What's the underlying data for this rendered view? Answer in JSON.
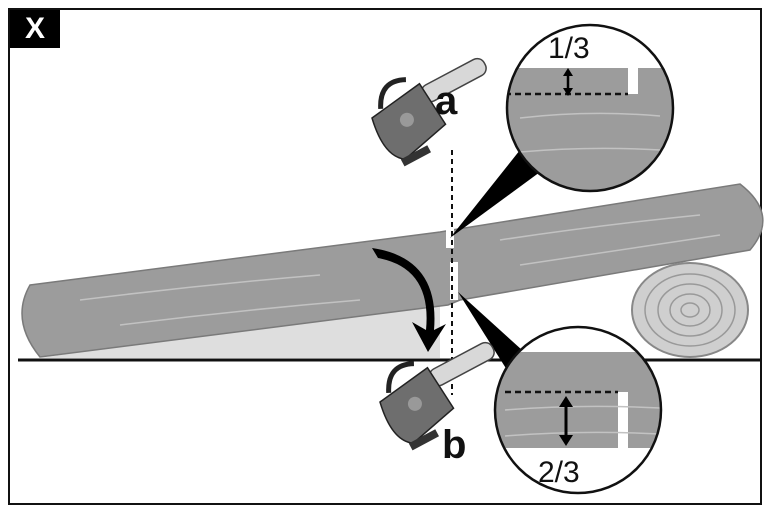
{
  "badge": "X",
  "labels": {
    "cut_a": "a",
    "cut_b": "b",
    "top_fraction": "1/3",
    "bottom_fraction": "2/3"
  },
  "colors": {
    "log": "#9c9c9c",
    "log_dark": "#8a8a8a",
    "log_end": "#c8c8c8",
    "outline": "#111111",
    "chainsaw_body": "#6e6e6e",
    "chainsaw_bar": "#d8d8d8"
  },
  "icons": [
    "chainsaw-icon",
    "curved-arrow-icon",
    "double-arrow-icon"
  ]
}
